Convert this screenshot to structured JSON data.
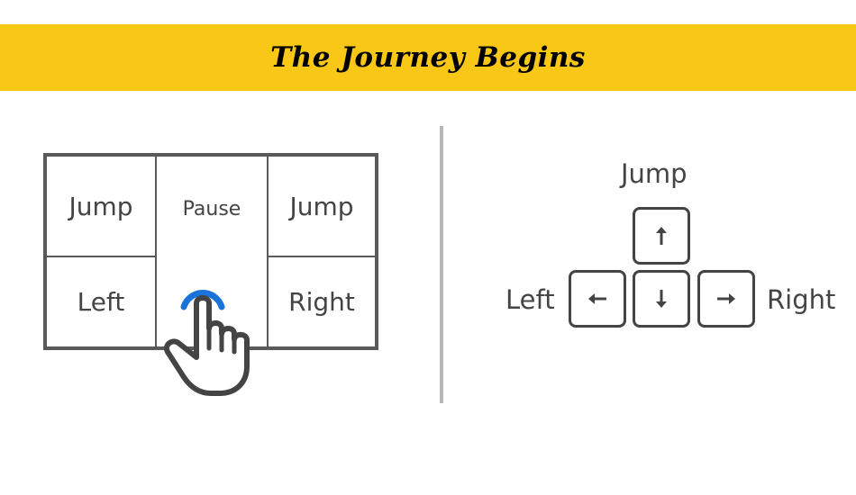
{
  "colors": {
    "banner": "#f9c817",
    "border": "#5a5a5a",
    "text": "#444444",
    "accent": "#1a73d9",
    "divider": "#b7b7b7"
  },
  "header": {
    "title": "The Journey Begins"
  },
  "touch_controls": {
    "top_left": "Jump",
    "center": "Pause",
    "top_right": "Jump",
    "bottom_left": "Left",
    "bottom_right": "Right",
    "pointer_icon": "tap-hand-icon"
  },
  "keyboard_controls": {
    "up_label": "Jump",
    "left_label": "Left",
    "right_label": "Right",
    "keys": [
      {
        "name": "arrow-up-icon"
      },
      {
        "name": "arrow-left-icon"
      },
      {
        "name": "arrow-down-icon"
      },
      {
        "name": "arrow-right-icon"
      }
    ]
  }
}
